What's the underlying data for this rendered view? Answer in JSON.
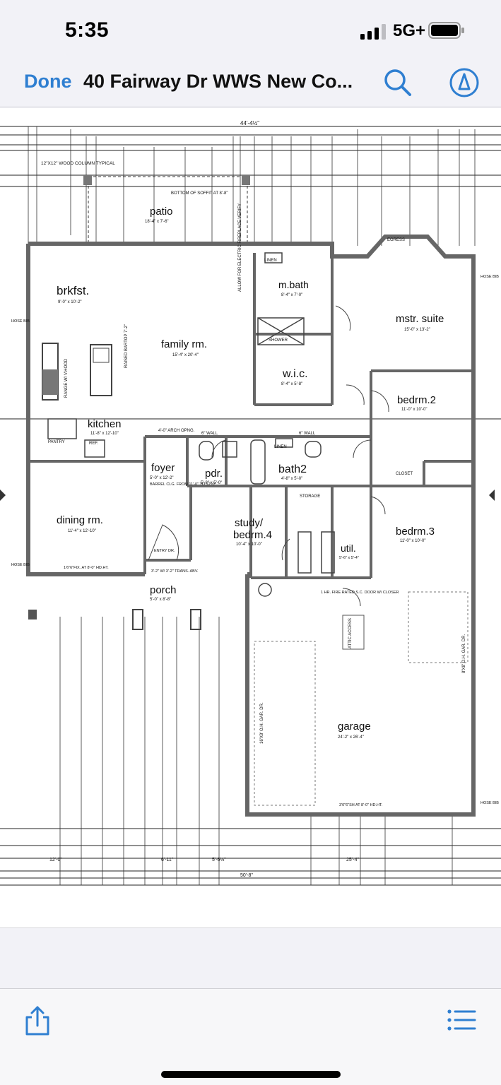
{
  "status_bar": {
    "time": "5:35",
    "network": "5G+",
    "signal_bars": 3
  },
  "nav": {
    "done_label": "Done",
    "title": "40 Fairway Dr WWS New Co...",
    "icons": [
      "search-icon",
      "markup-pen-icon"
    ]
  },
  "toolbar": {
    "icons": [
      "share-icon",
      "list-icon"
    ]
  },
  "colors": {
    "accent": "#2f7fd1",
    "wall": "#6b6b6b",
    "background": "#f2f2f7"
  },
  "plan": {
    "rooms": {
      "patio": "patio",
      "patio_dim": "18'-4\" x 7'-6\"",
      "brkfst": "brkfst.",
      "brkfst_dim": "9'-0\" x 10'-2\"",
      "family": "family rm.",
      "family_dim": "15'-4\" x 20'-4\"",
      "kitchen": "kitchen",
      "kitchen_dim": "11'-8\" x 12'-10\"",
      "mbath": "m.bath",
      "mbath_dim": "8'-4\" x 7'-0\"",
      "wic": "w.i.c.",
      "wic_dim": "8'-4\" x 5'-8\"",
      "mstr": "mstr. suite",
      "mstr_dim": "15'-0\" x 13'-2\"",
      "bedrm2": "bedrm.2",
      "bedrm2_dim": "11'-0\" x 10'-0\"",
      "foyer": "foyer",
      "foyer_dim": "5'-0\" x 12'-2\"",
      "pdr": "pdr.",
      "pdr_dim": "5'-8\" x 5'-0\"",
      "bath2": "bath2",
      "bath2_dim": "4'-8\" x 5'-0\"",
      "dining": "dining rm.",
      "dining_dim": "11'-4\" x 12'-10\"",
      "study": "study/",
      "study2": "bedrm.4",
      "study_dim": "10'-4\" x 10'-0\"",
      "bedrm3": "bedrm.3",
      "bedrm3_dim": "11'-0\" x 10'-0\"",
      "util": "util.",
      "util_dim": "5'-6\" x 5'-4\"",
      "porch": "porch",
      "porch_dim": "5'-0\" x 8'-8\"",
      "garage": "garage",
      "garage_dim": "24'-2\" x 26'-4\""
    },
    "notes": {
      "top_total": "44'-4½\"",
      "bottom_total": "50'-8\"",
      "bottom_left": "12'-0\"",
      "bottom_mid": "6'-11\"",
      "bottom_mid2": "5'-6½\"",
      "bottom_right": "25'-4\"",
      "soffit": "BOTTOM OF SOFFIT AT 8'-8\"",
      "hose_bib": "HOSE BIB",
      "column": "12\"X12\" WOOD COLUMN TYPICAL",
      "fireplace": "ALLOW FOR ELECTRIC FIREPLACE VERIFY",
      "arch": "4'-0\" ARCH OPNG.",
      "barrel": "BARREL CLG. FROM 11'-0\" TO 12'-0\"",
      "fire_door": "1 HR. FIRE RATED S.C. DOOR W/ CLOSER",
      "attic": "ATTIC ACCESS",
      "egress": "EGRESS",
      "wall6": "6\" WALL",
      "closet": "CLOSET",
      "linen": "LINEN",
      "pantry": "PANTRY",
      "storage": "STORAGE",
      "shower": "SHOWER",
      "garage_door": "16'X8' O.H. GAR. DR.",
      "garage_door_side": "8'X8' O.H. GAR. DR.",
      "window_sh": "3'0\"6\"SH AT 8'-0\" HD.HT.",
      "window_fix": "1'6\"6\"FIX. AT 8'-0\" HD.HT.",
      "entry": "ENTRY DR.",
      "trans": "3'-2\" W/ 3'-2\" TRANS. ABV.",
      "raised_bartop": "RAISED BARTOP 7'-2\"",
      "range": "RANGE W/ V.HOOD",
      "ref": "REF."
    }
  }
}
